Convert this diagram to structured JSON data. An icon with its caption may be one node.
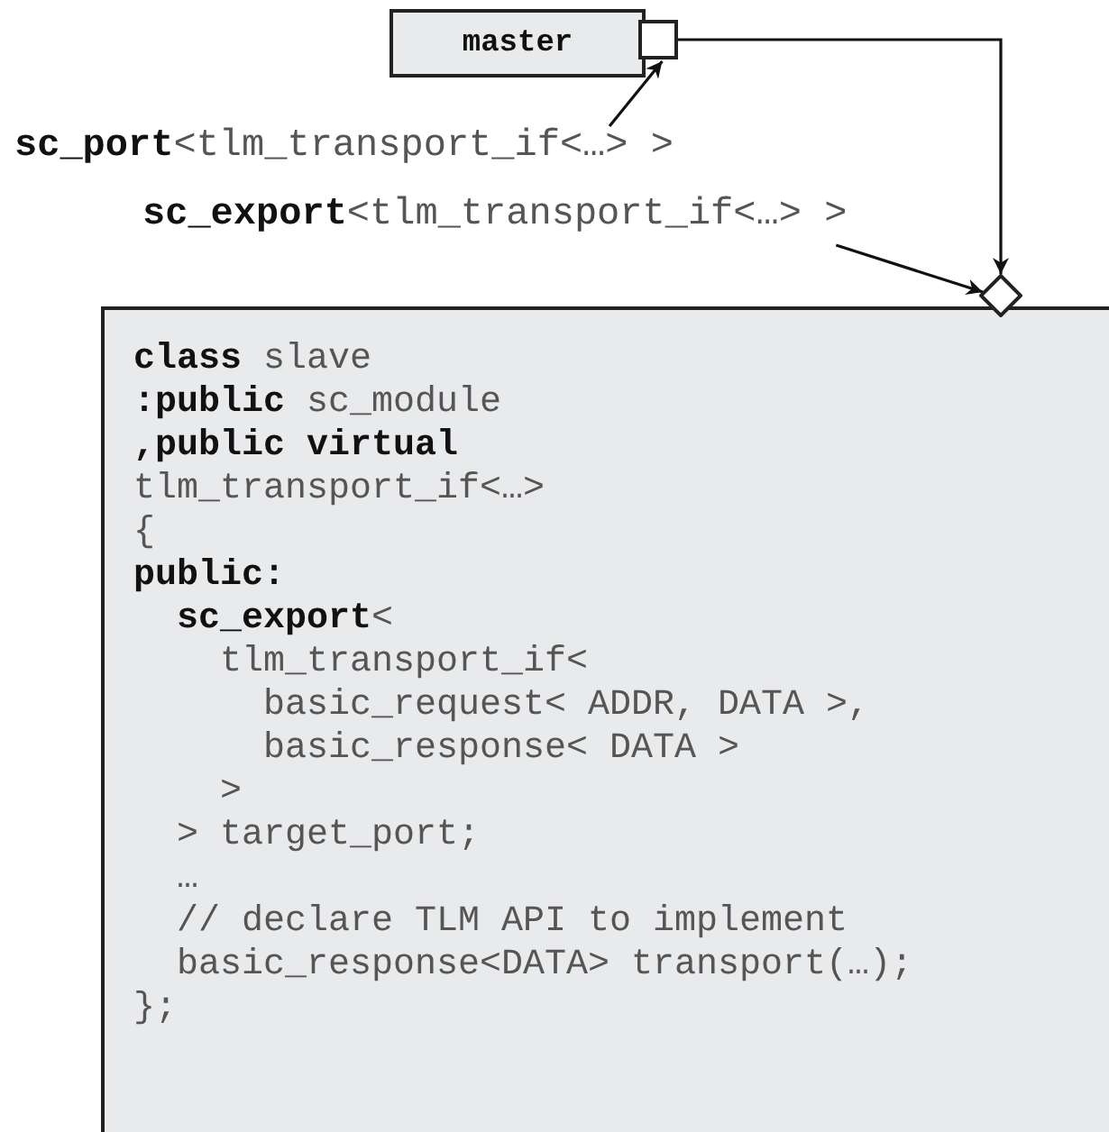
{
  "diagram": {
    "nodes": [
      {
        "text": [
          "master"
        ]
      },
      {
        "text": [],
        "shape": "box"
      },
      {
        "text": [
          "**class** slave",
          "**:public** sc_module",
          "**,public virtual**",
          "tlm_transport_if<…>",
          "{",
          "**public:**",
          "**sc_export**<",
          "tlm_transport_if<",
          "basic_request< ADDR, DATA >,",
          "basic_response< DATA >",
          ">",
          "> target_port;",
          "…",
          "// declare TLM API to implement",
          "basic_response<DATA> transport(…);",
          "};"
        ]
      },
      {
        "text": [],
        "shape": "diamond"
      },
      {
        "text": [
          "**sc_port**<tlm_transport_if<…> >"
        ]
      },
      {
        "text": [
          "**sc_export**<tlm_transport_if<…> >"
        ]
      }
    ],
    "edges": [
      {
        "from": 1,
        "to": 3,
        "arrow": "to"
      },
      {
        "from": 4,
        "to": 1,
        "arrow": "to"
      },
      {
        "from": 5,
        "to": 3,
        "arrow": "to"
      }
    ]
  }
}
